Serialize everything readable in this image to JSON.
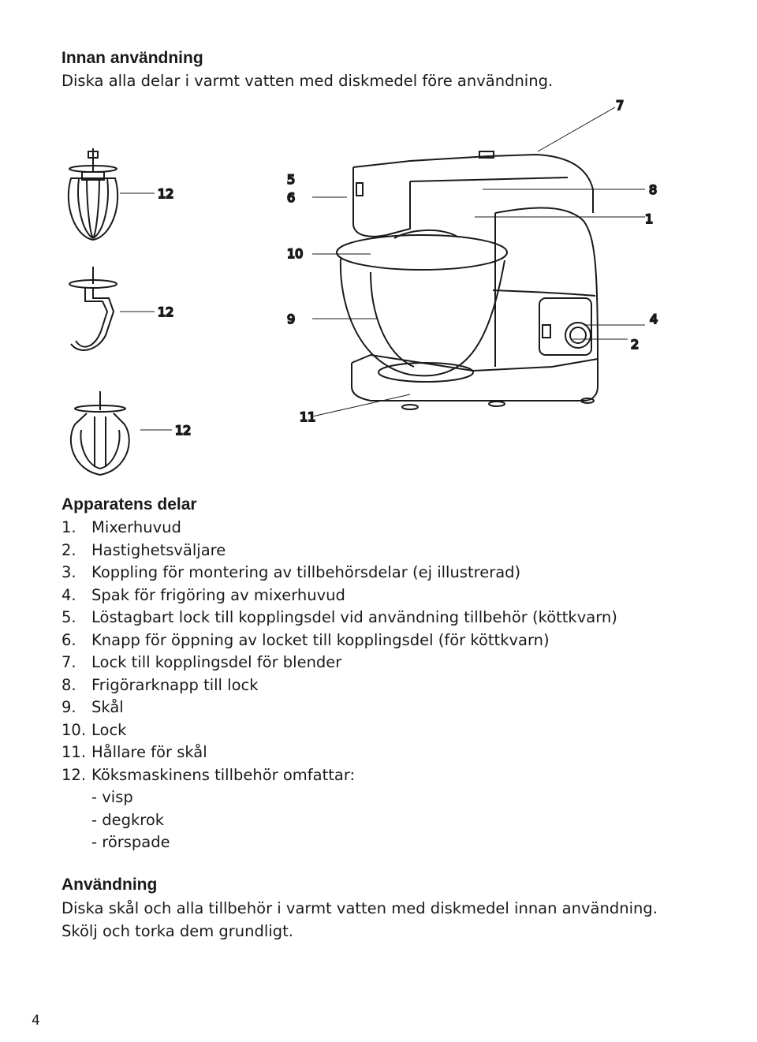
{
  "section1": {
    "title": "Innan användning",
    "text": "Diska alla delar i varmt vatten med diskmedel före användning."
  },
  "diagram": {
    "callouts": {
      "c7": "7",
      "c12a": "12",
      "c5": "5",
      "c6": "6",
      "c8": "8",
      "c1": "1",
      "c10": "10",
      "c12b": "12",
      "c9": "9",
      "c4": "4",
      "c2": "2",
      "c12c": "12",
      "c11": "11"
    }
  },
  "section2": {
    "title": "Apparatens delar",
    "items": [
      {
        "num": "1.",
        "text": "Mixerhuvud"
      },
      {
        "num": "2.",
        "text": "Hastighetsväljare"
      },
      {
        "num": "3.",
        "text": "Koppling för montering av tillbehörsdelar (ej illustrerad)"
      },
      {
        "num": "4.",
        "text": "Spak för frigöring av mixerhuvud"
      },
      {
        "num": "5.",
        "text": "Löstagbart lock till kopplingsdel vid användning tillbehör (köttkvarn)"
      },
      {
        "num": "6.",
        "text": "Knapp för öppning av locket till kopplingsdel (för köttkvarn)"
      },
      {
        "num": "7.",
        "text": "Lock till kopplingsdel för blender"
      },
      {
        "num": "8.",
        "text": "Frigörarknapp till lock"
      },
      {
        "num": "9.",
        "text": "Skål"
      },
      {
        "num": "10.",
        "text": "Lock"
      },
      {
        "num": "11.",
        "text": "Hållare för skål"
      },
      {
        "num": "12.",
        "text": "Köksmaskinens tillbehör omfattar:"
      }
    ],
    "subitems": [
      "- visp",
      "- degkrok",
      "- rörspade"
    ]
  },
  "section3": {
    "title": "Användning",
    "line1": "Diska skål och alla tillbehör i varmt vatten med diskmedel innan användning.",
    "line2": "Skölj och torka dem grundligt."
  },
  "page_number": "4"
}
